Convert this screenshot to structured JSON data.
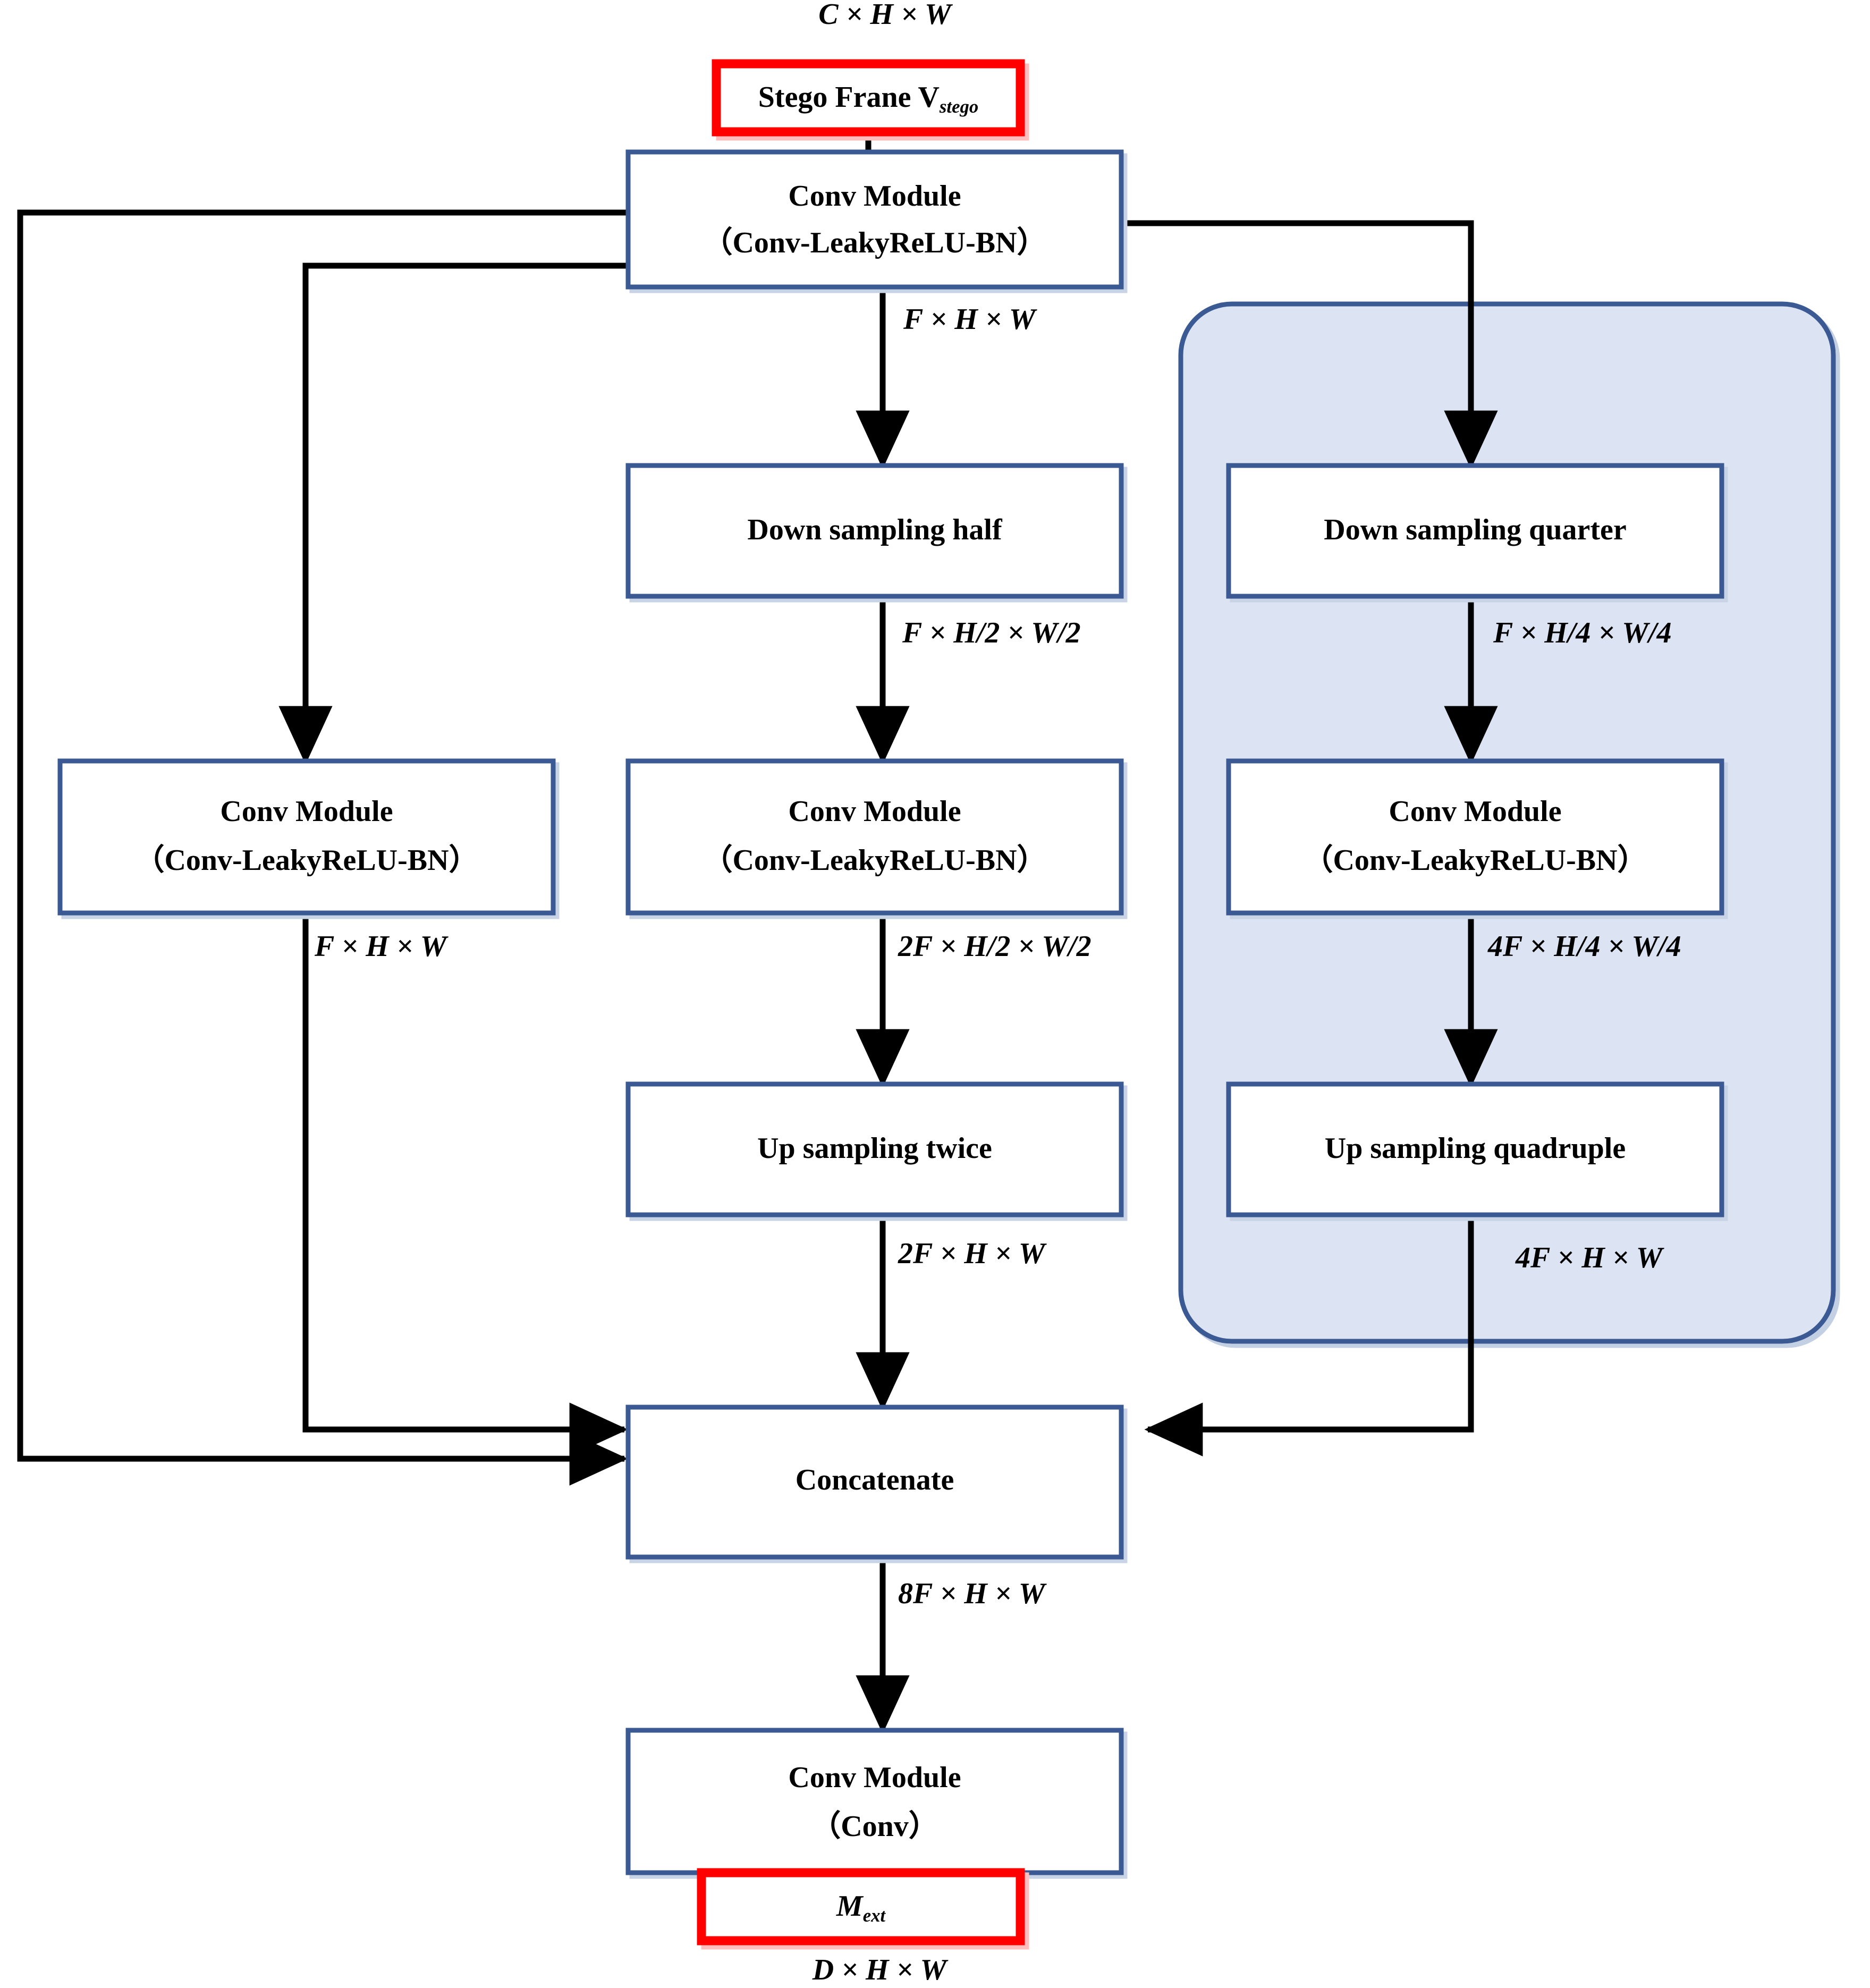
{
  "diagram": {
    "title_top_dim": "C × H × W",
    "colors": {
      "box_border": "#3a5a94",
      "box_fill": "#ffffff",
      "panel_fill": "#dce3f2",
      "panel_border": "#3a5a94",
      "highlight_border": "#ff0000",
      "arrow": "#000000",
      "text": "#000000",
      "page_background": "#ffffff"
    },
    "nodes": {
      "stego_frame": {
        "text_main": "Stego Frane V",
        "text_sub": "stego",
        "style": "red-outline"
      },
      "conv_top": {
        "line1": "Conv Module",
        "line2": "（Conv-LeakyReLU-BN）"
      },
      "conv_left": {
        "line1": "Conv Module",
        "line2": "（Conv-LeakyReLU-BN）"
      },
      "down_half": {
        "line1": "Down sampling half"
      },
      "down_quarter": {
        "line1": "Down sampling quarter"
      },
      "conv_mid": {
        "line1": "Conv Module",
        "line2": "（Conv-LeakyReLU-BN）"
      },
      "conv_right": {
        "line1": "Conv Module",
        "line2": "（Conv-LeakyReLU-BN）"
      },
      "up_twice": {
        "line1": "Up sampling twice"
      },
      "up_quadruple": {
        "line1": "Up sampling quadruple"
      },
      "concatenate": {
        "line1": "Concatenate"
      },
      "conv_bottom": {
        "line1": "Conv Module",
        "line2": "（Conv）"
      },
      "m_ext": {
        "text_main": "M",
        "text_sub": "ext",
        "style": "red-outline"
      }
    },
    "edge_labels": {
      "top_input": "C × H × W",
      "after_conv_top": "F × H × W",
      "after_conv_left": "F × H × W",
      "after_down_half": "F × H/2 × W/2",
      "after_down_quarter": "F × H/4 × W/4",
      "after_conv_mid": "2F × H/2 × W/2",
      "after_conv_right": "4F × H/4 × W/4",
      "after_up_twice": "2F ×  H × W",
      "after_up_quadruple": "4F × H × W",
      "after_concat": "8F × H × W",
      "final_output": "D × H × W"
    }
  }
}
